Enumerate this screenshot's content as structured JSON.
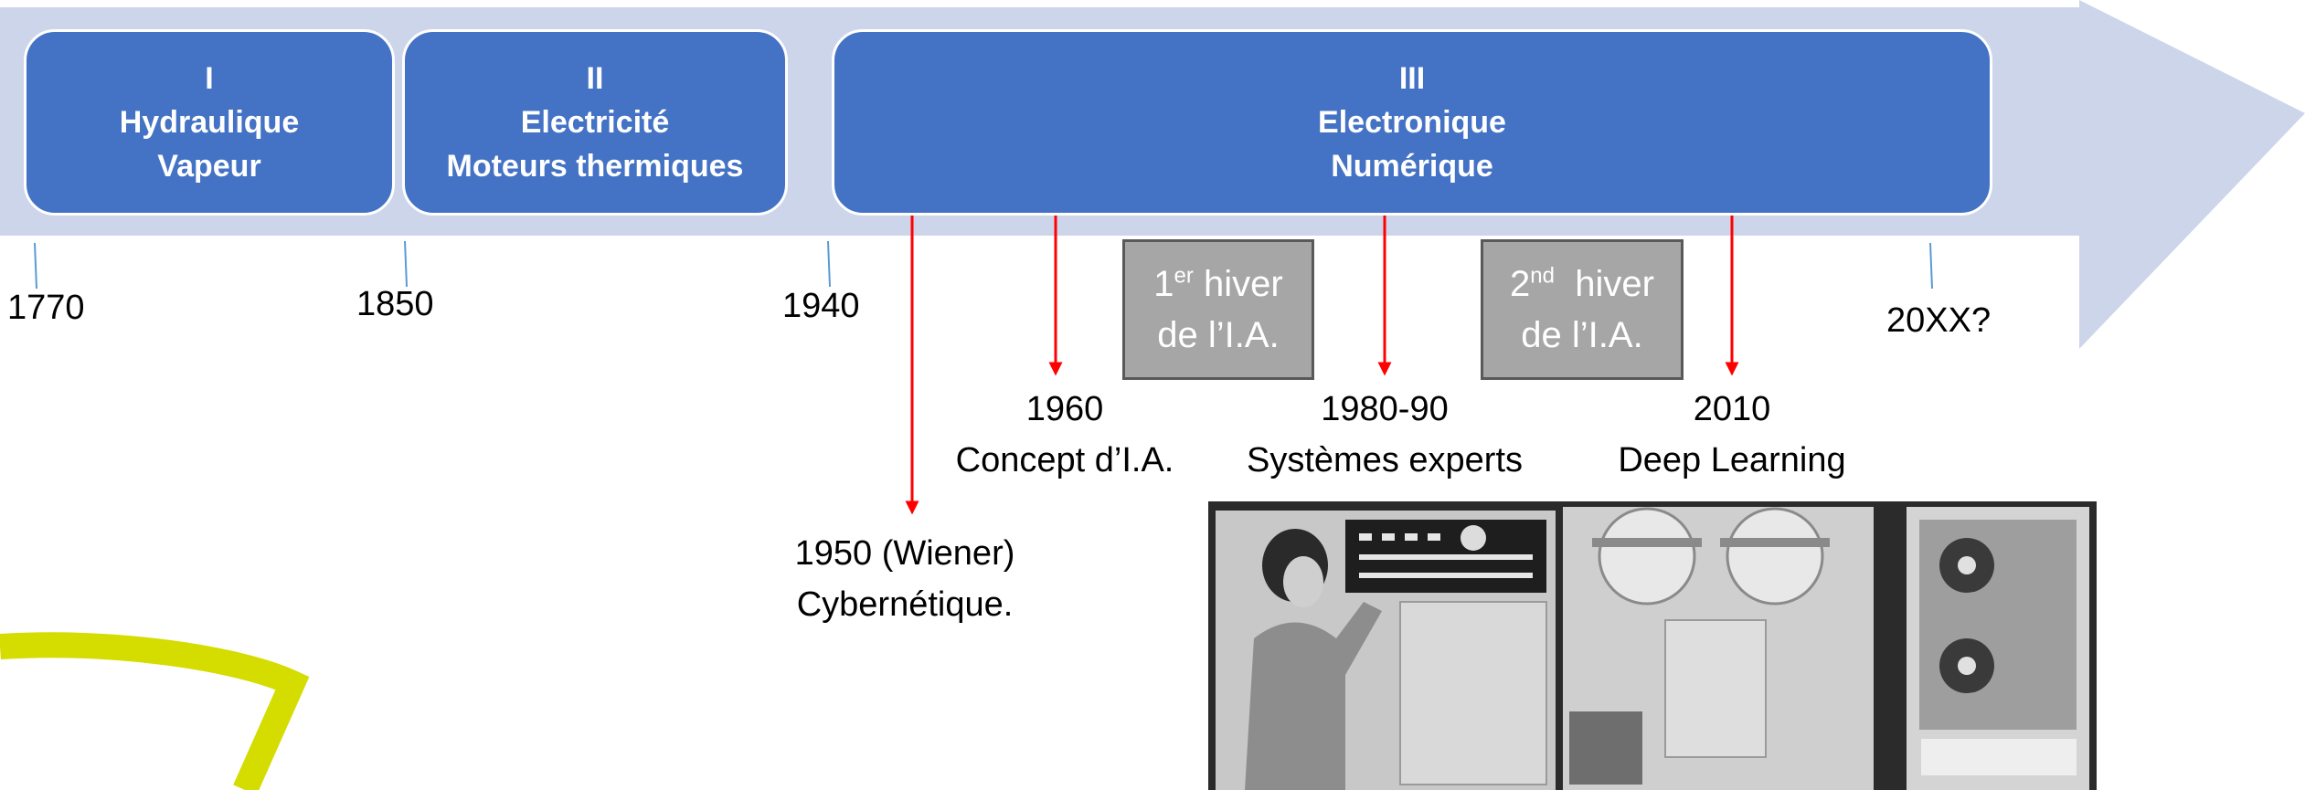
{
  "eras": [
    {
      "numeral": "I",
      "line1": "Hydraulique",
      "line2": "Vapeur"
    },
    {
      "numeral": "II",
      "line1": "Electricité",
      "line2": "Moteurs thermiques"
    },
    {
      "numeral": "III",
      "line1": "Electronique",
      "line2": "Numérique"
    }
  ],
  "years": [
    "1770",
    "1850",
    "1940",
    "20XX?"
  ],
  "milestones": [
    {
      "year": "1950 (Wiener)",
      "label": "Cybernétique."
    },
    {
      "year": "1960",
      "label": "Concept d’I.A."
    },
    {
      "year": "1980-90",
      "label": "Systèmes experts"
    },
    {
      "year": "2010",
      "label": "Deep Learning"
    }
  ],
  "winters": [
    {
      "ordinal": "1",
      "sup": "er",
      "word": " hiver",
      "line2": "de l’I.A."
    },
    {
      "ordinal": "2",
      "sup": "nd",
      "word": "  hiver",
      "line2": "de l’I.A."
    }
  ],
  "colors": {
    "arrow": "#cdd5ea",
    "era_box": "#4472c4",
    "winter_box": "#a6a6a6",
    "marker": "#ff0000",
    "swoosh": "#d4dc00"
  },
  "image": {
    "subject": "1960s mainframe computer with operator"
  }
}
